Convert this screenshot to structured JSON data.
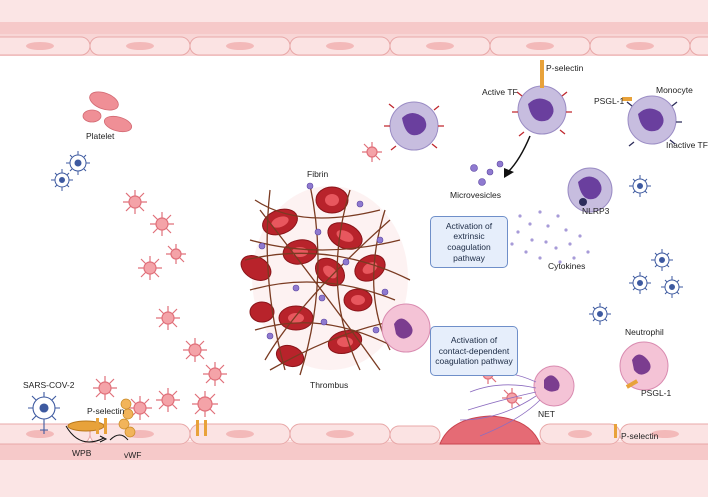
{
  "labels": {
    "platelet": "Platelet",
    "fibrin": "Fibrin",
    "thrombus": "Thrombus",
    "p_selectin_top": "P-selectin",
    "active_tf": "Active TF",
    "monocyte": "Monocyte",
    "psgl1_top": "PSGL-1",
    "inactive_tf": "Inactive TF",
    "microvesicles": "Microvesicles",
    "nlrp3": "NLRP3",
    "cytokines": "Cytokines",
    "neutrophil": "Neutrophil",
    "psgl1_bottom": "PSGL-1",
    "net": "NET",
    "p_selectin_bottom": "P-selectin",
    "sars_cov_2": "SARS-COV-2",
    "p_selectin_left": "P-selectin",
    "wpb": "WPB",
    "vwf": "vWF"
  },
  "boxes": {
    "extrinsic": "Activation of extrinsic coagulation pathway",
    "contact": "Activation of contact-dependent coagulation pathway"
  },
  "colors": {
    "vessel_wall": "#f6c9c9",
    "endothelial_cell": "#f9dede",
    "platelet": "#f4a3a8",
    "red_blood_cell": "#c0282e",
    "fibrin": "#7a3b22",
    "monocyte": "#c7bddf",
    "nucleus": "#6a3f9e",
    "neutrophil": "#f1c6da",
    "virus": "#3e5aa0",
    "p_selectin": "#e8a23a",
    "box_fill": "#e6eefb",
    "box_border": "#6f8fc9"
  }
}
